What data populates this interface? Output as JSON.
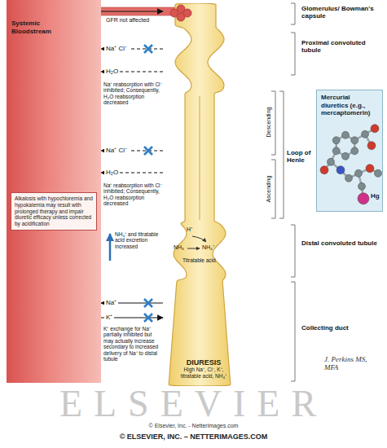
{
  "diagram": {
    "nodes": [
      {
        "text": [
          "Systemic Bloodstream"
        ]
      },
      {
        "text": [
          "Alkalosis with hypochloremia and hypokalemia may result with prolonged therapy and impair diuretic efficacy unless corrected by acidification"
        ],
        "in": 0
      },
      {
        "text": [
          "DIURESIS",
          "High Na⁺, Cl⁻, K⁺, titratable acid, NH₄⁺"
        ]
      },
      {
        "text": [
          "Mercurial diuretics (e.g., mercaptomerin)",
          "Hg"
        ]
      }
    ],
    "edges": [
      {
        "from": 0,
        "to": 2,
        "arrow": "to",
        "label": "GFR not affected"
      },
      {
        "from": 2,
        "to": 0,
        "arrow": "to",
        "label": "Na⁺ Cl⁻"
      },
      {
        "from": 2,
        "to": 0,
        "arrow": "to",
        "label": "H₂O"
      },
      {
        "from": 2,
        "to": 0,
        "arrow": "to",
        "label": "Na⁺ Cl⁻"
      },
      {
        "from": 2,
        "to": 0,
        "arrow": "to",
        "label": "H₂O"
      },
      {
        "from": 2,
        "to": 0,
        "arrow": "to",
        "label": "Na⁺"
      },
      {
        "from": 0,
        "to": 2,
        "arrow": "to",
        "label": "K⁺"
      }
    ],
    "labels": [
      "Glomerulus/ Bowman's capsule",
      "Proximal convoluted tubule",
      "Na⁺ reabsorption with Cl⁻ inhibited; Consequently, H₂O reabsorption decreased",
      "Descending",
      "Loop of Henle",
      "Ascending",
      "Na⁺ reabsorption with Cl⁻ inhibited; Consequently, H₂O reabsorption decreased",
      "NH₄⁺ and titratable acid excretion increased",
      "H⁺",
      "NH₃",
      "NH₄⁺",
      "Titratable acid",
      "Distal convoluted tubule",
      "K⁺ exchange for Na⁺ partially inhibited but may actually increase secondary to increased delivery of Na⁺ to distal tubule",
      "Collecting duct",
      "J. Perkins MS, MFA",
      "ELSEVIER",
      "© Elsevier, Inc. - Netterimages.com",
      "© ELSEVIER, INC. – NETTERIMAGES.COM"
    ]
  }
}
